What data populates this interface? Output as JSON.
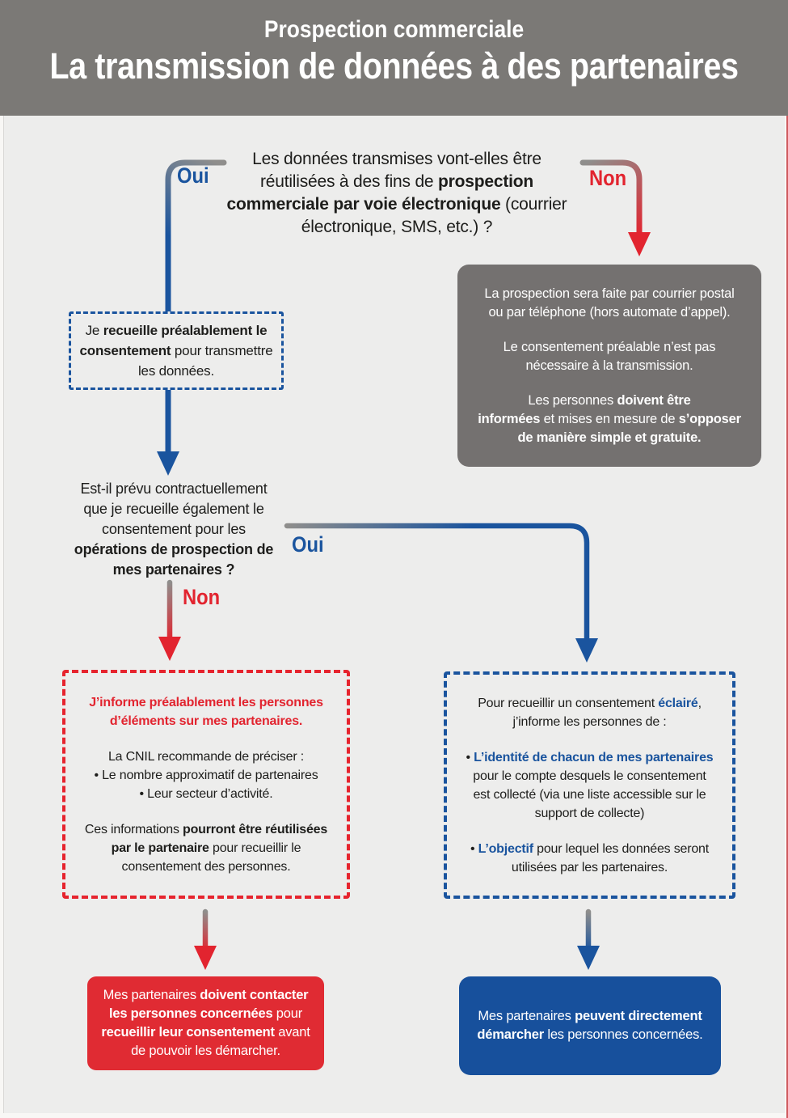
{
  "colors": {
    "blue": "#1a549e",
    "red": "#e2242f",
    "gray_box": "#747170",
    "header_bg": "#7b7976",
    "content_bg": "#ededec",
    "line_gray": "#8f8e8c",
    "red_box_bg": "#e02b33",
    "blue_box_bg": "#17509c"
  },
  "header": {
    "title": "Prospection commerciale",
    "subtitle": "La transmission de données à des partenaires"
  },
  "labels": {
    "oui1": "Oui",
    "non1": "Non",
    "oui2": "Oui",
    "non2": "Non"
  },
  "flow": {
    "q1": {
      "segments": [
        {
          "t": "Les données transmises vont-elles être\nréutilisées à des fins de "
        },
        {
          "t": "prospection\ncommerciale par voie électronique",
          "b": true
        },
        {
          "t": " (courrier\nélectronique, SMS, etc.) ?"
        }
      ]
    },
    "consent_box": {
      "segments": [
        {
          "t": "Je "
        },
        {
          "t": "recueille préalablement le\nconsentement",
          "b": true
        },
        {
          "t": " pour transmettre\nles données."
        }
      ]
    },
    "gray_box": {
      "p1": {
        "segments": [
          {
            "t": "La prospection sera faite par courrier postal\nou par téléphone (hors automate d’appel)."
          }
        ]
      },
      "p2": {
        "segments": [
          {
            "t": "Le consentement préalable n’est pas\nnécessaire à la transmission."
          }
        ]
      },
      "p3": {
        "segments": [
          {
            "t": "Les personnes "
          },
          {
            "t": "doivent être\ninformées",
            "b": true
          },
          {
            "t": " et mises en mesure de "
          },
          {
            "t": "s’opposer\nde manière simple et gratuite.",
            "b": true
          }
        ]
      }
    },
    "q2": {
      "segments": [
        {
          "t": "Est-il prévu contractuellement\nque je recueille également le\nconsentement pour les\n"
        },
        {
          "t": "opérations de prospection de\nmes partenaires ?",
          "b": true
        }
      ]
    },
    "red_dashed_box": {
      "p1": {
        "segments": [
          {
            "t": "J’informe préalablement les personnes\nd’éléments sur mes partenaires.",
            "b": true,
            "c": "red"
          }
        ]
      },
      "p2": {
        "segments": [
          {
            "t": "La CNIL recommande de préciser :\n• Le nombre approximatif de partenaires\n• Leur secteur d’activité."
          }
        ]
      },
      "p3": {
        "segments": [
          {
            "t": "Ces informations "
          },
          {
            "t": "pourront être réutilisées\npar le partenaire",
            "b": true
          },
          {
            "t": " pour recueillir le\nconsentement des personnes."
          }
        ]
      }
    },
    "blue_dashed_box": {
      "p1": {
        "segments": [
          {
            "t": "Pour recueillir un consentement "
          },
          {
            "t": "éclairé",
            "b": true,
            "c": "blue"
          },
          {
            "t": ",\nj’informe les personnes de :"
          }
        ]
      },
      "p2": {
        "segments": [
          {
            "t": "• "
          },
          {
            "t": "L’identité de chacun de mes partenaires",
            "b": true,
            "c": "blue"
          },
          {
            "t": "\npour le compte desquels le consentement\nest collecté (via une liste accessible sur le\nsupport de collecte)"
          }
        ]
      },
      "p3": {
        "segments": [
          {
            "t": "• "
          },
          {
            "t": "L’objectif",
            "b": true,
            "c": "blue"
          },
          {
            "t": " pour lequel les données seront\nutilisées par les partenaires."
          }
        ]
      }
    },
    "red_result_box": {
      "segments": [
        {
          "t": "Mes partenaires "
        },
        {
          "t": "doivent contacter\nles personnes concernées",
          "b": true
        },
        {
          "t": " pour\n"
        },
        {
          "t": "recueillir leur consentement",
          "b": true
        },
        {
          "t": " avant\nde pouvoir les démarcher."
        }
      ]
    },
    "blue_result_box": {
      "segments": [
        {
          "t": "Mes partenaires "
        },
        {
          "t": "peuvent directement\ndémarcher",
          "b": true
        },
        {
          "t": " les personnes concernées."
        }
      ]
    }
  }
}
